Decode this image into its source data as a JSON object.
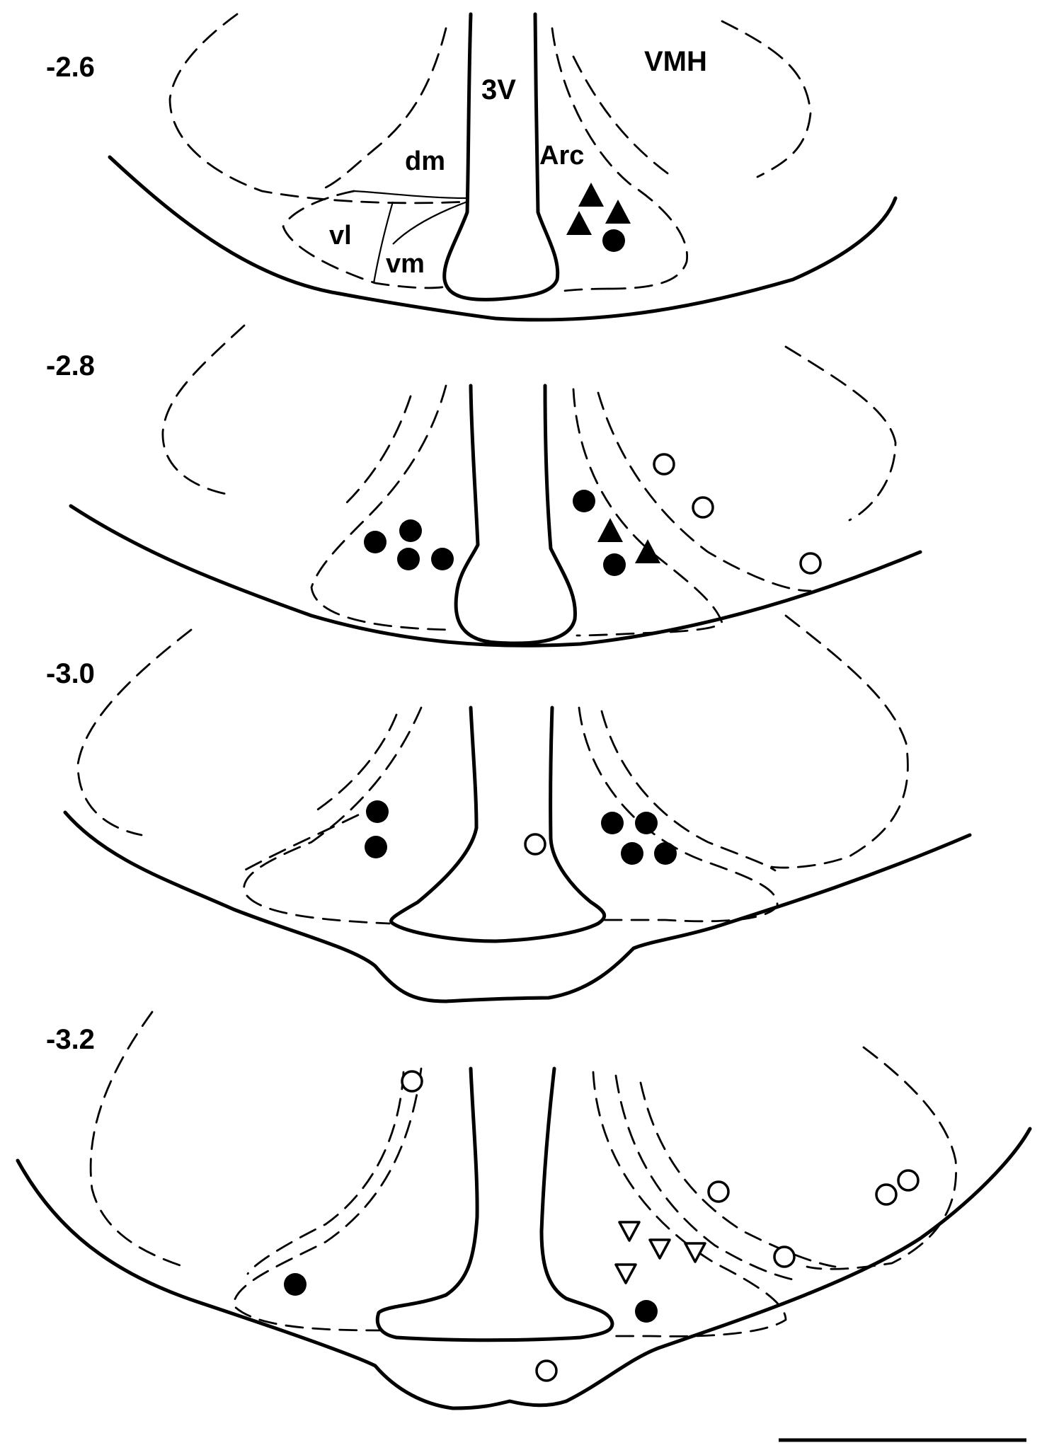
{
  "levels": [
    "-2.6",
    "-2.8",
    "-3.0",
    "-3.2"
  ],
  "region_labels": {
    "third_ventricle": "3V",
    "vmh": "VMH",
    "arcuate": "Arc",
    "dorsomedial": "dm",
    "ventrolateral": "vl",
    "ventromedial": "vm"
  },
  "colors": {
    "ink": "#000000",
    "background": "#ffffff"
  }
}
